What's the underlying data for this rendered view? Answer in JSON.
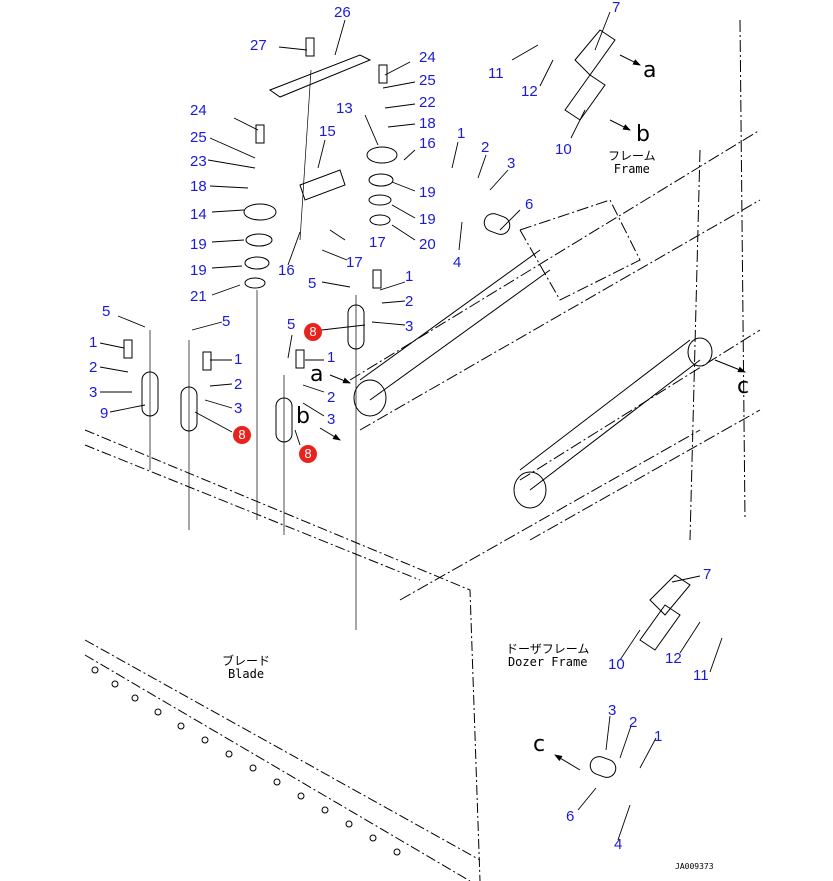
{
  "diagram": {
    "type": "exploded-parts-diagram",
    "drawing_id": "JA009373",
    "captions": {
      "frame": {
        "jp": "フレーム",
        "en": "Frame"
      },
      "dozer_frame": {
        "jp": "ドーザフレーム",
        "en": "Dozer Frame"
      },
      "blade": {
        "jp": "ブレード",
        "en": "Blade"
      }
    },
    "reference_letters": [
      "a",
      "b",
      "c"
    ],
    "highlight_color": "#e8231e",
    "callout_color": "#1a1ad8",
    "callouts": [
      {
        "id": "c26",
        "label": "26"
      },
      {
        "id": "c27",
        "label": "27"
      },
      {
        "id": "c24a",
        "label": "24"
      },
      {
        "id": "c25a",
        "label": "25"
      },
      {
        "id": "c22",
        "label": "22"
      },
      {
        "id": "c18a",
        "label": "18"
      },
      {
        "id": "c13",
        "label": "13"
      },
      {
        "id": "c16a",
        "label": "16"
      },
      {
        "id": "c19a",
        "label": "19"
      },
      {
        "id": "c19b",
        "label": "19"
      },
      {
        "id": "c20",
        "label": "20"
      },
      {
        "id": "c15",
        "label": "15"
      },
      {
        "id": "c17a",
        "label": "17"
      },
      {
        "id": "c17b",
        "label": "17"
      },
      {
        "id": "c24b",
        "label": "24"
      },
      {
        "id": "c25b",
        "label": "25"
      },
      {
        "id": "c23",
        "label": "23"
      },
      {
        "id": "c18b",
        "label": "18"
      },
      {
        "id": "c14",
        "label": "14"
      },
      {
        "id": "c19c",
        "label": "19"
      },
      {
        "id": "c19d",
        "label": "19"
      },
      {
        "id": "c21",
        "label": "21"
      },
      {
        "id": "c16b",
        "label": "16"
      },
      {
        "id": "c7a",
        "label": "7"
      },
      {
        "id": "c11a",
        "label": "11"
      },
      {
        "id": "c12a",
        "label": "12"
      },
      {
        "id": "c10a",
        "label": "10"
      },
      {
        "id": "c1a",
        "label": "1"
      },
      {
        "id": "c2a",
        "label": "2"
      },
      {
        "id": "c3a",
        "label": "3"
      },
      {
        "id": "c6a",
        "label": "6"
      },
      {
        "id": "c4a",
        "label": "4"
      },
      {
        "id": "c5a",
        "label": "5"
      },
      {
        "id": "c1b",
        "label": "1"
      },
      {
        "id": "c2b",
        "label": "2"
      },
      {
        "id": "c3b",
        "label": "3"
      },
      {
        "id": "c5b",
        "label": "5"
      },
      {
        "id": "c5c",
        "label": "5"
      },
      {
        "id": "c1c",
        "label": "1"
      },
      {
        "id": "c2c",
        "label": "2"
      },
      {
        "id": "c3c",
        "label": "3"
      },
      {
        "id": "c9",
        "label": "9"
      },
      {
        "id": "c1d",
        "label": "1"
      },
      {
        "id": "c2d",
        "label": "2"
      },
      {
        "id": "c3d",
        "label": "3"
      },
      {
        "id": "c5d",
        "label": "5"
      },
      {
        "id": "c1e",
        "label": "1"
      },
      {
        "id": "c2e",
        "label": "2"
      },
      {
        "id": "c3e",
        "label": "3"
      },
      {
        "id": "c7b",
        "label": "7"
      },
      {
        "id": "c10b",
        "label": "10"
      },
      {
        "id": "c12b",
        "label": "12"
      },
      {
        "id": "c11b",
        "label": "11"
      },
      {
        "id": "c3f",
        "label": "3"
      },
      {
        "id": "c2f",
        "label": "2"
      },
      {
        "id": "c1f",
        "label": "1"
      },
      {
        "id": "c6b",
        "label": "6"
      },
      {
        "id": "c4b",
        "label": "4"
      }
    ],
    "highlighted_parts": [
      {
        "id": "h8a",
        "label": "8"
      },
      {
        "id": "h8b",
        "label": "8"
      },
      {
        "id": "h8c",
        "label": "8"
      },
      {
        "id": "h8d",
        "label": "8"
      }
    ]
  }
}
